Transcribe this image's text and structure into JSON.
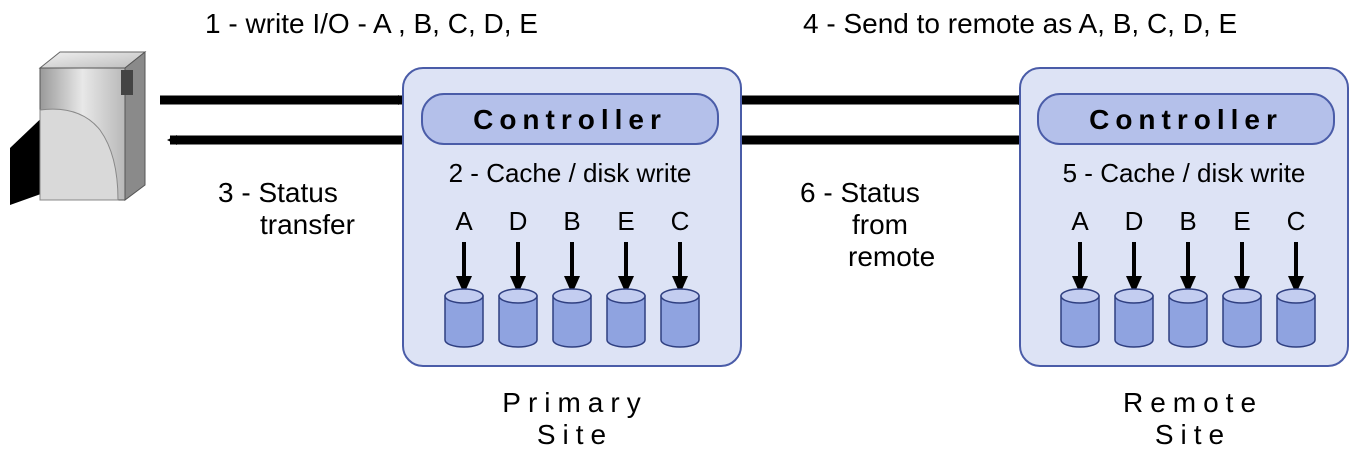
{
  "steps": {
    "write_io": "1 - write I/O  - A , B, C, D, E",
    "status_transfer_line1": "3 - Status",
    "status_transfer_line2": "transfer",
    "send_remote": "4 - Send to remote as A, B, C, D, E",
    "status_remote_line1": "6 - Status",
    "status_remote_line2": "from",
    "status_remote_line3": "remote"
  },
  "primary": {
    "controller": "Controller",
    "cache_write": "2 - Cache / disk write",
    "disks": [
      "A",
      "D",
      "B",
      "E",
      "C"
    ],
    "site_line1": "Primary",
    "site_line2": "Site"
  },
  "remote": {
    "controller": "Controller",
    "cache_write": "5 - Cache / disk write",
    "disks": [
      "A",
      "D",
      "B",
      "E",
      "C"
    ],
    "site_line1": "Remote",
    "site_line2": "Site"
  },
  "colors": {
    "box_fill": "#dde3f5",
    "box_stroke": "#4a5ca8",
    "controller_fill": "#b4c0ea",
    "disk_fill": "#8fa3e0",
    "disk_top": "#c3cdf0"
  },
  "icons": {
    "host": "server-icon"
  }
}
